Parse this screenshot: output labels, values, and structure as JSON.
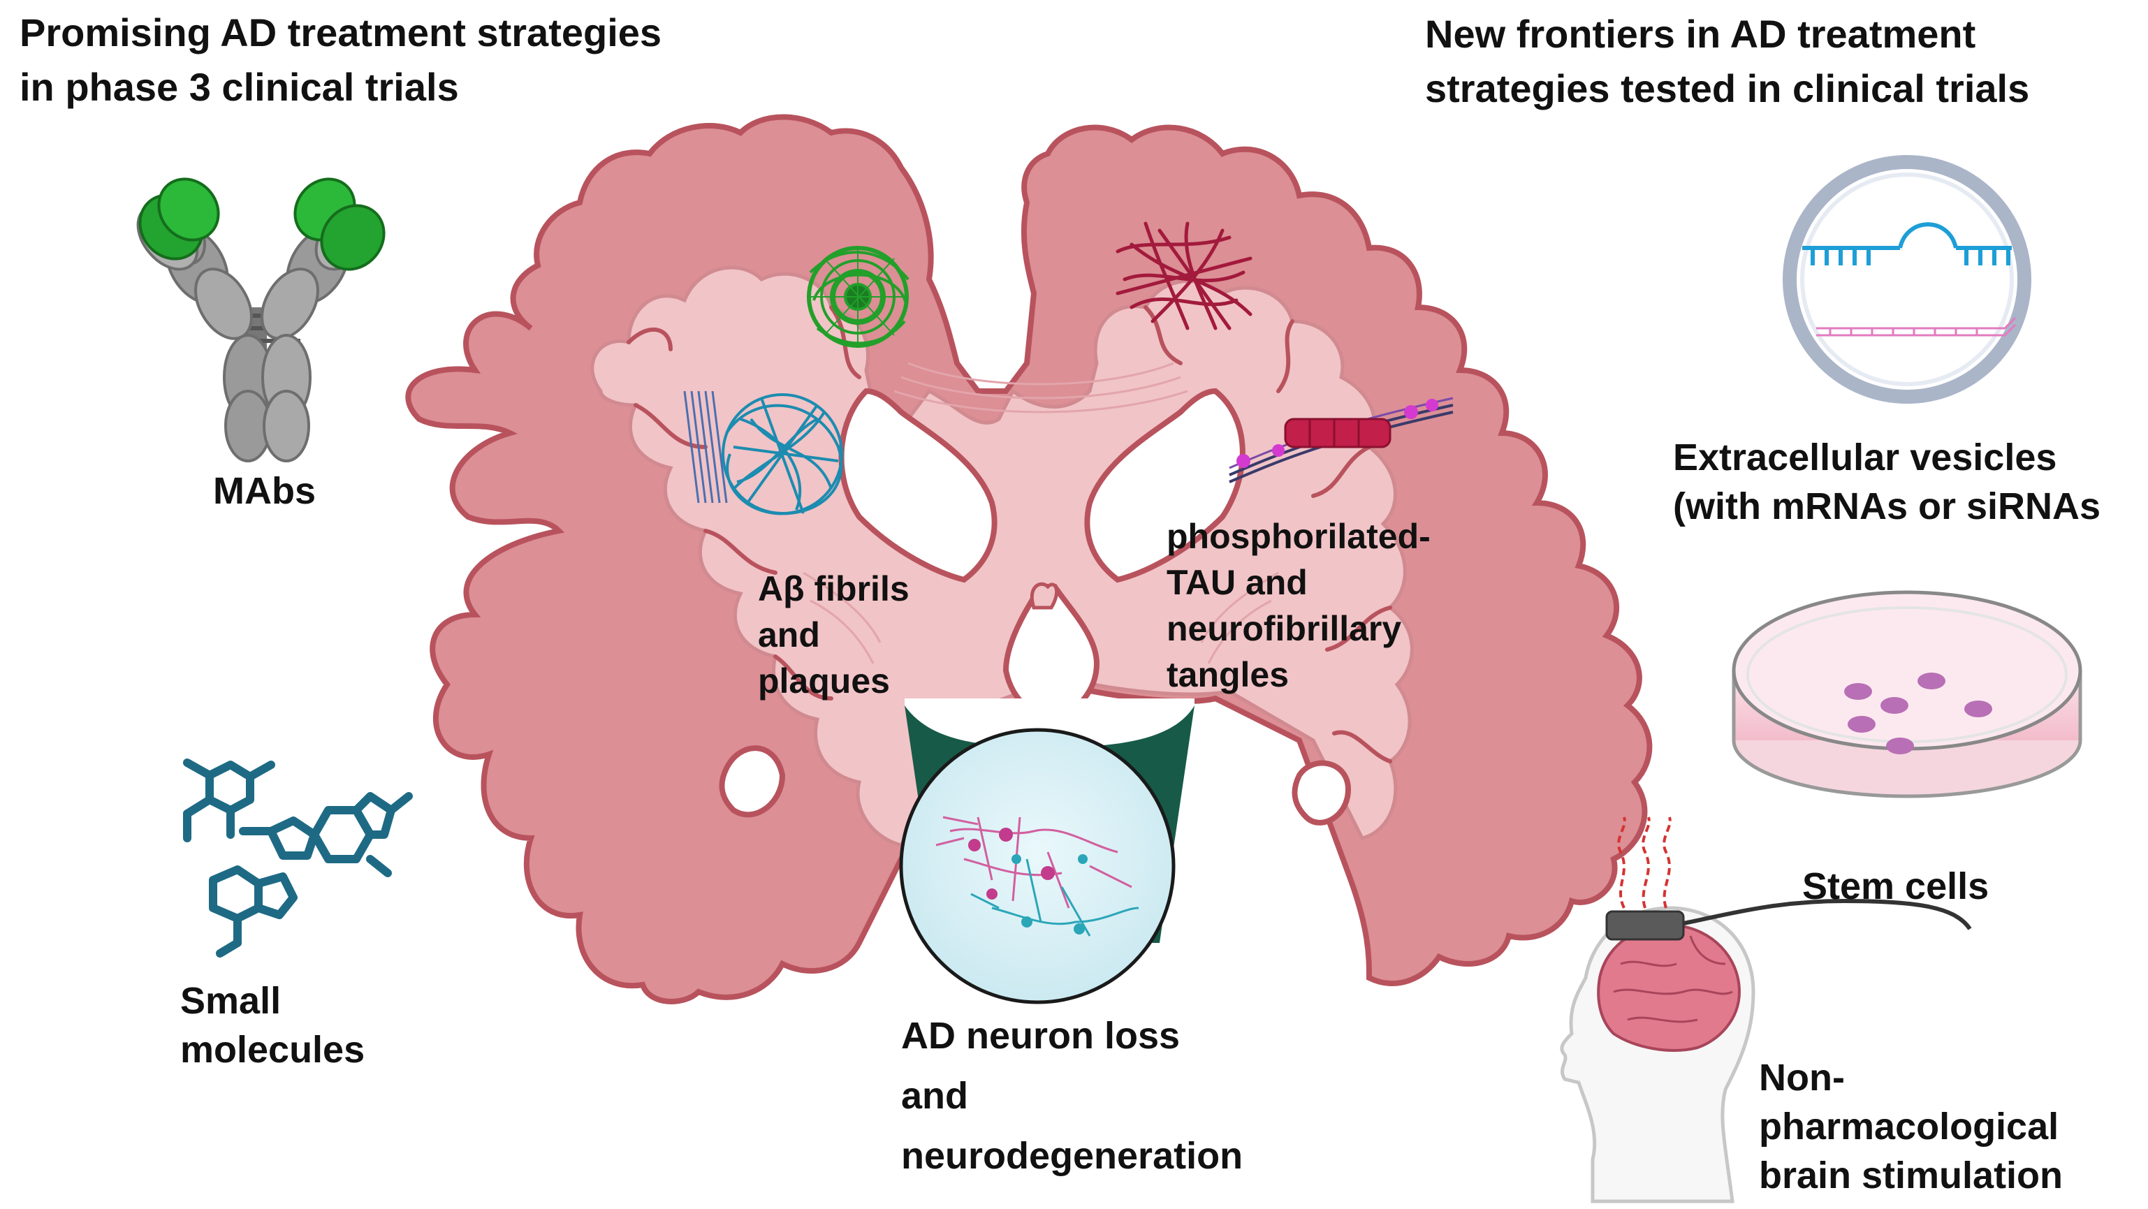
{
  "left_heading": "Promising AD treatment strategies\nin phase 3 clinical trials",
  "right_heading": "New frontiers in  AD treatment\nstrategies tested in clinical trials",
  "left_items": [
    {
      "label": "MAbs",
      "icon": "antibody-icon"
    },
    {
      "label": "Small\nmolecules",
      "icon": "small-molecule-icon"
    }
  ],
  "right_items": [
    {
      "label": "Extracellular vesicles\n(with mRNAs or siRNAs",
      "icon": "extracellular-vesicle-icon"
    },
    {
      "label": "Stem cells",
      "icon": "petri-dish-stem-cells-icon"
    },
    {
      "label": "Non-\npharmacological\nbrain stimulation",
      "icon": "brain-stimulation-head-icon"
    }
  ],
  "brain_labels": {
    "abeta": "Aβ fibrils\nand\nplaques",
    "tau": "phosphorilated-\nTAU and\nneurofibrillary\ntangles",
    "neuron_loss": "AD neuron loss\nand\nneurodegeneration"
  },
  "colors": {
    "brain_outer": "#dc8f95",
    "brain_inner": "#f1c4c7",
    "brain_edge": "#b8535d",
    "antibody_green": "#23a32f",
    "antibody_gray": "#9a9a9a",
    "molecule_teal": "#1e6a85",
    "plaque_blue": "#1c8cb0",
    "tau_red": "#c21f4a",
    "zoom_triangle": "#175a48",
    "neuron_circle": "#dff3f8"
  }
}
